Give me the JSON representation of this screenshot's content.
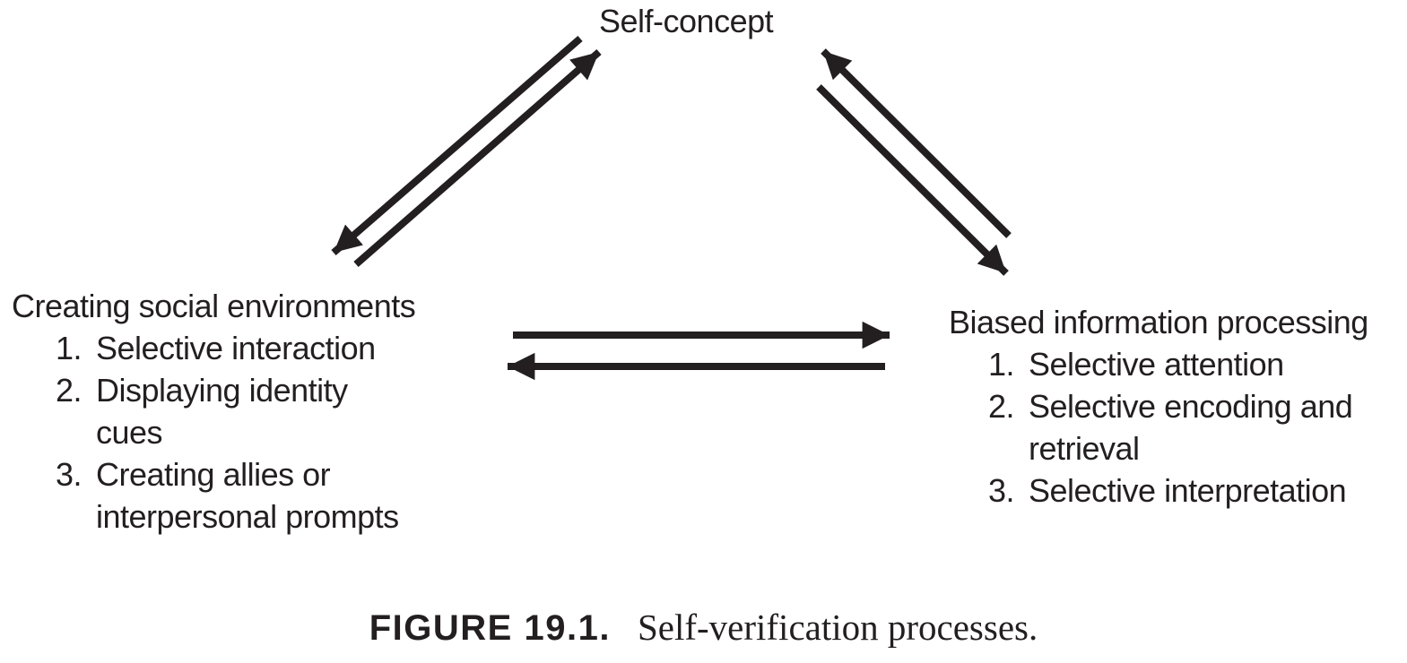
{
  "diagram": {
    "top_node": {
      "label": "Self-concept"
    },
    "left_node": {
      "title": "Creating social environments",
      "items": [
        {
          "num": "1.",
          "text": "Selective interaction"
        },
        {
          "num": "2.",
          "text": "Displaying identity\ncues"
        },
        {
          "num": "3.",
          "text": "Creating allies or\ninterpersonal prompts"
        }
      ]
    },
    "right_node": {
      "title": "Biased information processing",
      "items": [
        {
          "num": "1.",
          "text": "Selective attention"
        },
        {
          "num": "2.",
          "text": "Selective encoding and\nretrieval"
        },
        {
          "num": "3.",
          "text": "Selective interpretation"
        }
      ]
    },
    "caption": {
      "label": "FIGURE 19.1.",
      "text": "Self-verification processes."
    },
    "colors": {
      "ink": "#231f20",
      "background": "#ffffff"
    }
  }
}
